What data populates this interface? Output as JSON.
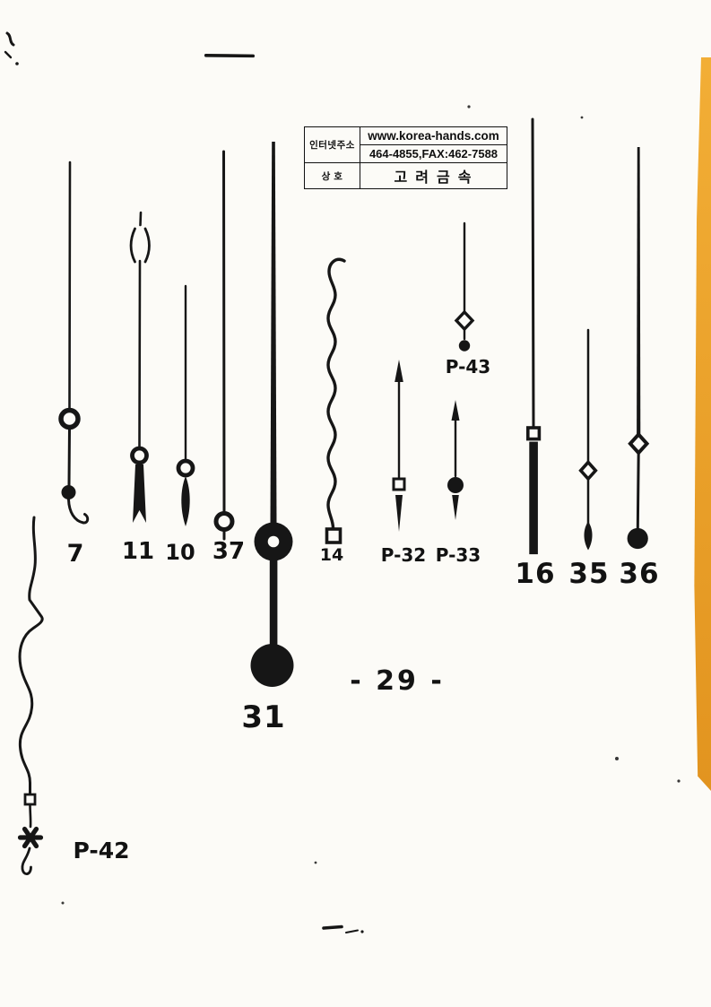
{
  "info_box": {
    "address_label": "인터넷주소",
    "website": "www.korea-hands.com",
    "phone_fax": "464-4855,FAX:462-7588",
    "company_label": "상 호",
    "company_name": "고려금속"
  },
  "labels": {
    "hand_7": "7",
    "hand_11": "11",
    "hand_10": "10",
    "hand_37": "37",
    "hand_31": "31",
    "hand_14": "14",
    "hand_p32": "P-32",
    "hand_p33": "P-33",
    "hand_p43": "P-43",
    "hand_16": "16",
    "hand_35": "35",
    "hand_36": "36",
    "hand_p42": "P-42"
  },
  "page": {
    "number": "- 29 -"
  },
  "colors": {
    "ink": "#161616",
    "paper": "#fcfbf7",
    "tab_orange": "#f2ae36"
  }
}
